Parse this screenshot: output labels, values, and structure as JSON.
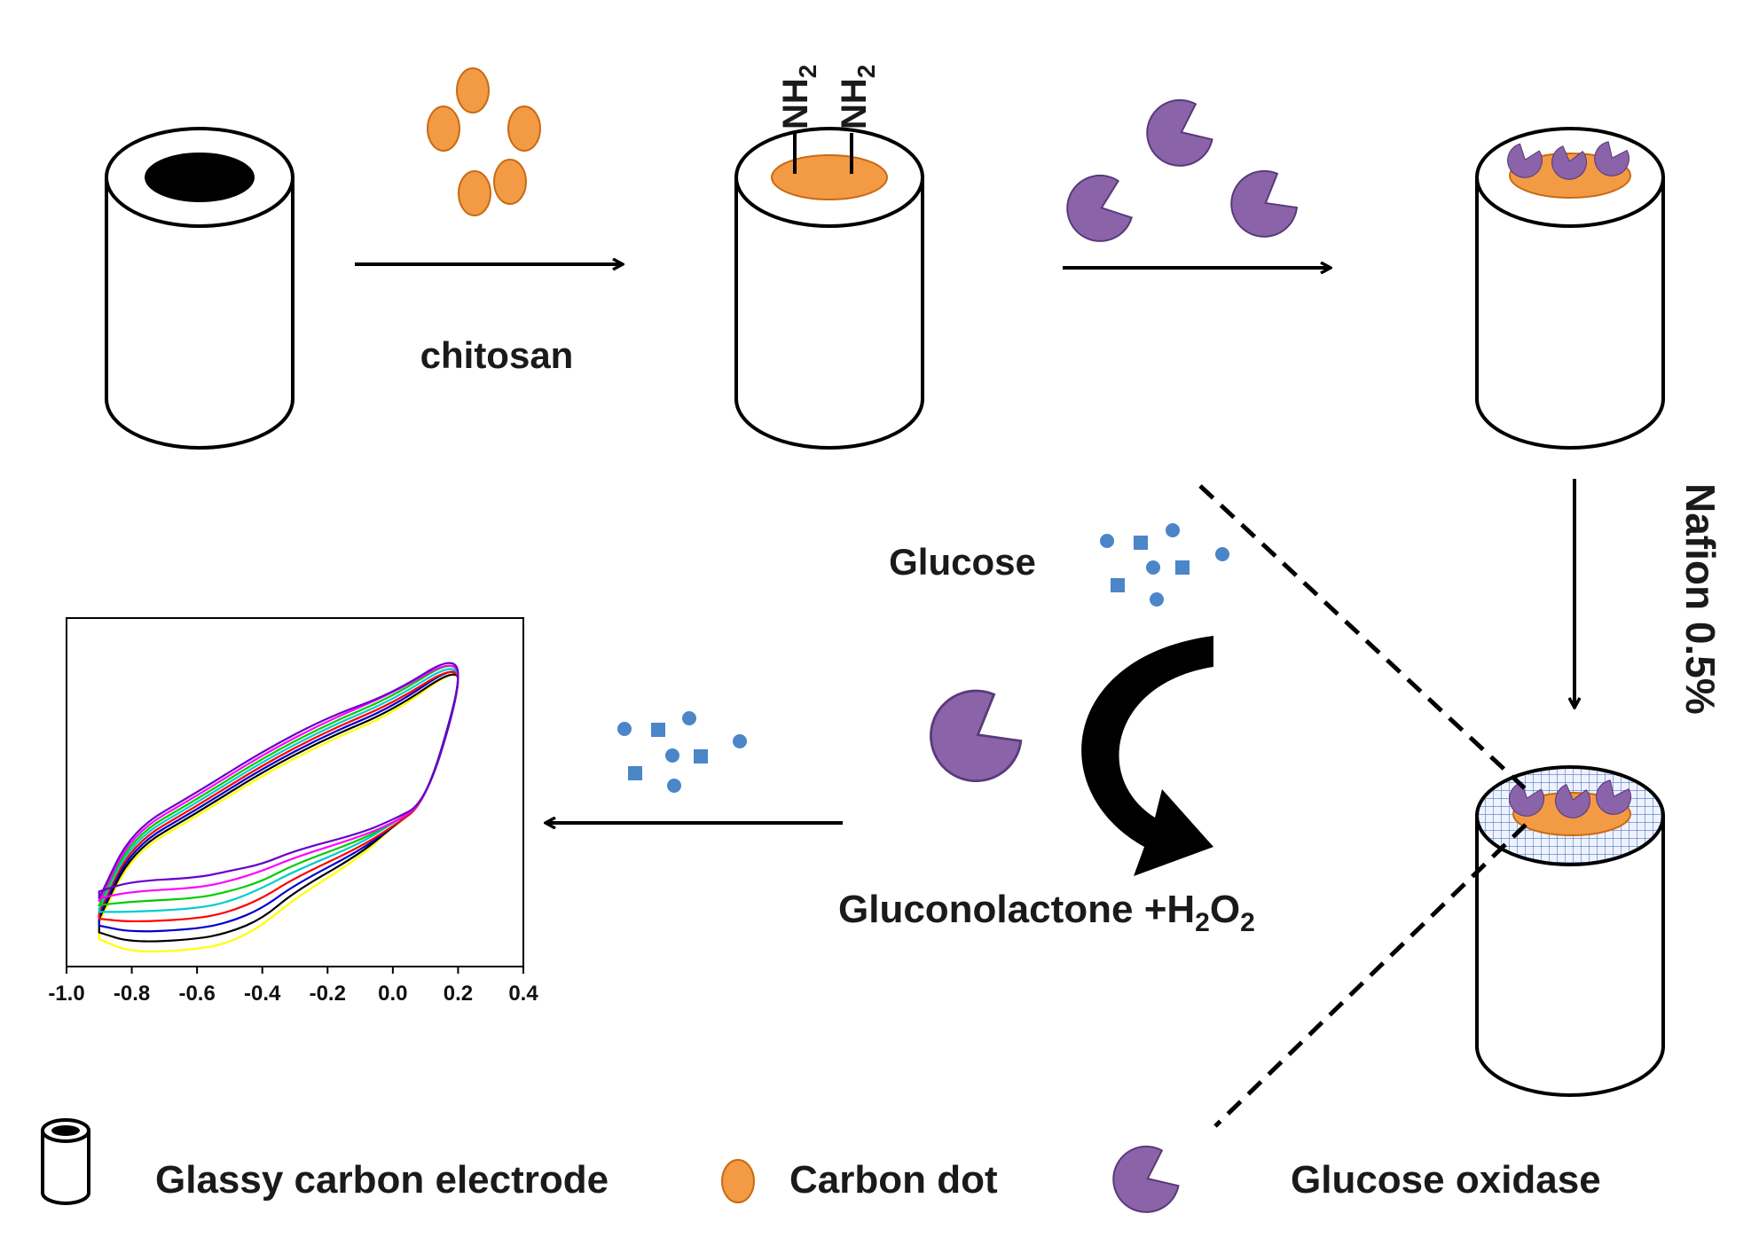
{
  "labels": {
    "chitosan": "chitosan",
    "nh2_a": "NH",
    "nh2_b": "NH",
    "nh2_sub": "2",
    "nafion": "Nafion 0.5%",
    "glucose": "Glucose",
    "product_main": "Gluconolactone +H",
    "product_sub1": "2",
    "product_o": "O",
    "product_sub2": "2"
  },
  "legend": {
    "electrode": "Glassy carbon electrode",
    "carbon_dot": "Carbon dot",
    "glucose_oxidase": "Glucose oxidase"
  },
  "chart_data": {
    "type": "line",
    "title": "",
    "xlabel": "",
    "ylabel": "",
    "xlim": [
      -1.0,
      0.4
    ],
    "x_ticks": [
      "-1.0",
      "-0.8",
      "-0.6",
      "-0.4",
      "-0.2",
      "0.0",
      "0.2",
      "0.4"
    ],
    "y_ticks": [],
    "note_units": "y axis unlabeled; values in arbitrary current units 0-1",
    "series": [
      {
        "color": "#ffff00",
        "upper": [
          [
            -0.9,
            0.13
          ],
          [
            -0.8,
            0.33
          ],
          [
            -0.6,
            0.44
          ],
          [
            -0.4,
            0.56
          ],
          [
            -0.2,
            0.66
          ],
          [
            0.0,
            0.74
          ],
          [
            0.2,
            0.88
          ]
        ],
        "lower": [
          [
            -0.9,
            0.08
          ],
          [
            -0.8,
            0.04
          ],
          [
            -0.6,
            0.05
          ],
          [
            -0.5,
            0.07
          ],
          [
            -0.4,
            0.12
          ],
          [
            -0.3,
            0.2
          ],
          [
            -0.1,
            0.32
          ],
          [
            0.0,
            0.41
          ],
          [
            0.1,
            0.48
          ],
          [
            0.2,
            0.8
          ]
        ]
      },
      {
        "color": "#000000",
        "upper": [
          [
            -0.9,
            0.14
          ],
          [
            -0.8,
            0.34
          ],
          [
            -0.6,
            0.45
          ],
          [
            -0.4,
            0.57
          ],
          [
            -0.2,
            0.67
          ],
          [
            0.0,
            0.75
          ],
          [
            0.2,
            0.88
          ]
        ],
        "lower": [
          [
            -0.9,
            0.1
          ],
          [
            -0.8,
            0.07
          ],
          [
            -0.6,
            0.08
          ],
          [
            -0.5,
            0.1
          ],
          [
            -0.4,
            0.14
          ],
          [
            -0.3,
            0.22
          ],
          [
            -0.1,
            0.33
          ],
          [
            0.0,
            0.41
          ],
          [
            0.1,
            0.48
          ],
          [
            0.2,
            0.8
          ]
        ]
      },
      {
        "color": "#0000cc",
        "upper": [
          [
            -0.9,
            0.15
          ],
          [
            -0.8,
            0.35
          ],
          [
            -0.6,
            0.46
          ],
          [
            -0.4,
            0.58
          ],
          [
            -0.2,
            0.68
          ],
          [
            0.0,
            0.76
          ],
          [
            0.2,
            0.89
          ]
        ],
        "lower": [
          [
            -0.9,
            0.12
          ],
          [
            -0.8,
            0.1
          ],
          [
            -0.6,
            0.11
          ],
          [
            -0.5,
            0.13
          ],
          [
            -0.4,
            0.17
          ],
          [
            -0.3,
            0.24
          ],
          [
            -0.1,
            0.34
          ],
          [
            0.0,
            0.41
          ],
          [
            0.1,
            0.48
          ],
          [
            0.2,
            0.8
          ]
        ]
      },
      {
        "color": "#ff0000",
        "upper": [
          [
            -0.9,
            0.16
          ],
          [
            -0.8,
            0.36
          ],
          [
            -0.6,
            0.47
          ],
          [
            -0.4,
            0.59
          ],
          [
            -0.2,
            0.69
          ],
          [
            0.0,
            0.77
          ],
          [
            0.2,
            0.89
          ]
        ],
        "lower": [
          [
            -0.9,
            0.14
          ],
          [
            -0.8,
            0.13
          ],
          [
            -0.6,
            0.14
          ],
          [
            -0.5,
            0.16
          ],
          [
            -0.4,
            0.2
          ],
          [
            -0.3,
            0.26
          ],
          [
            -0.1,
            0.35
          ],
          [
            0.0,
            0.41
          ],
          [
            0.1,
            0.48
          ],
          [
            0.2,
            0.79
          ]
        ]
      },
      {
        "color": "#00cccc",
        "upper": [
          [
            -0.9,
            0.17
          ],
          [
            -0.8,
            0.37
          ],
          [
            -0.6,
            0.48
          ],
          [
            -0.4,
            0.6
          ],
          [
            -0.2,
            0.7
          ],
          [
            0.0,
            0.78
          ],
          [
            0.2,
            0.9
          ]
        ],
        "lower": [
          [
            -0.9,
            0.16
          ],
          [
            -0.8,
            0.16
          ],
          [
            -0.6,
            0.17
          ],
          [
            -0.5,
            0.19
          ],
          [
            -0.4,
            0.23
          ],
          [
            -0.3,
            0.28
          ],
          [
            -0.1,
            0.36
          ],
          [
            0.0,
            0.42
          ],
          [
            0.1,
            0.48
          ],
          [
            0.2,
            0.79
          ]
        ]
      },
      {
        "color": "#00cc00",
        "upper": [
          [
            -0.9,
            0.18
          ],
          [
            -0.8,
            0.38
          ],
          [
            -0.6,
            0.49
          ],
          [
            -0.4,
            0.61
          ],
          [
            -0.2,
            0.71
          ],
          [
            0.0,
            0.79
          ],
          [
            0.2,
            0.91
          ]
        ],
        "lower": [
          [
            -0.9,
            0.18
          ],
          [
            -0.8,
            0.19
          ],
          [
            -0.6,
            0.2
          ],
          [
            -0.5,
            0.22
          ],
          [
            -0.4,
            0.25
          ],
          [
            -0.3,
            0.3
          ],
          [
            -0.1,
            0.37
          ],
          [
            0.0,
            0.42
          ],
          [
            0.1,
            0.48
          ],
          [
            0.2,
            0.79
          ]
        ]
      },
      {
        "color": "#ff00ff",
        "upper": [
          [
            -0.9,
            0.19
          ],
          [
            -0.8,
            0.39
          ],
          [
            -0.6,
            0.5
          ],
          [
            -0.4,
            0.62
          ],
          [
            -0.2,
            0.72
          ],
          [
            0.0,
            0.8
          ],
          [
            0.2,
            0.91
          ]
        ],
        "lower": [
          [
            -0.9,
            0.2
          ],
          [
            -0.8,
            0.22
          ],
          [
            -0.6,
            0.23
          ],
          [
            -0.5,
            0.25
          ],
          [
            -0.4,
            0.28
          ],
          [
            -0.3,
            0.32
          ],
          [
            -0.1,
            0.38
          ],
          [
            0.0,
            0.42
          ],
          [
            0.1,
            0.48
          ],
          [
            0.2,
            0.79
          ]
        ]
      },
      {
        "color": "#6600cc",
        "upper": [
          [
            -0.9,
            0.2
          ],
          [
            -0.8,
            0.4
          ],
          [
            -0.6,
            0.51
          ],
          [
            -0.4,
            0.63
          ],
          [
            -0.2,
            0.73
          ],
          [
            0.0,
            0.8
          ],
          [
            0.2,
            0.92
          ]
        ],
        "lower": [
          [
            -0.9,
            0.22
          ],
          [
            -0.8,
            0.25
          ],
          [
            -0.6,
            0.26
          ],
          [
            -0.5,
            0.28
          ],
          [
            -0.4,
            0.3
          ],
          [
            -0.3,
            0.34
          ],
          [
            -0.1,
            0.39
          ],
          [
            0.0,
            0.43
          ],
          [
            0.1,
            0.48
          ],
          [
            0.2,
            0.79
          ]
        ]
      }
    ]
  }
}
